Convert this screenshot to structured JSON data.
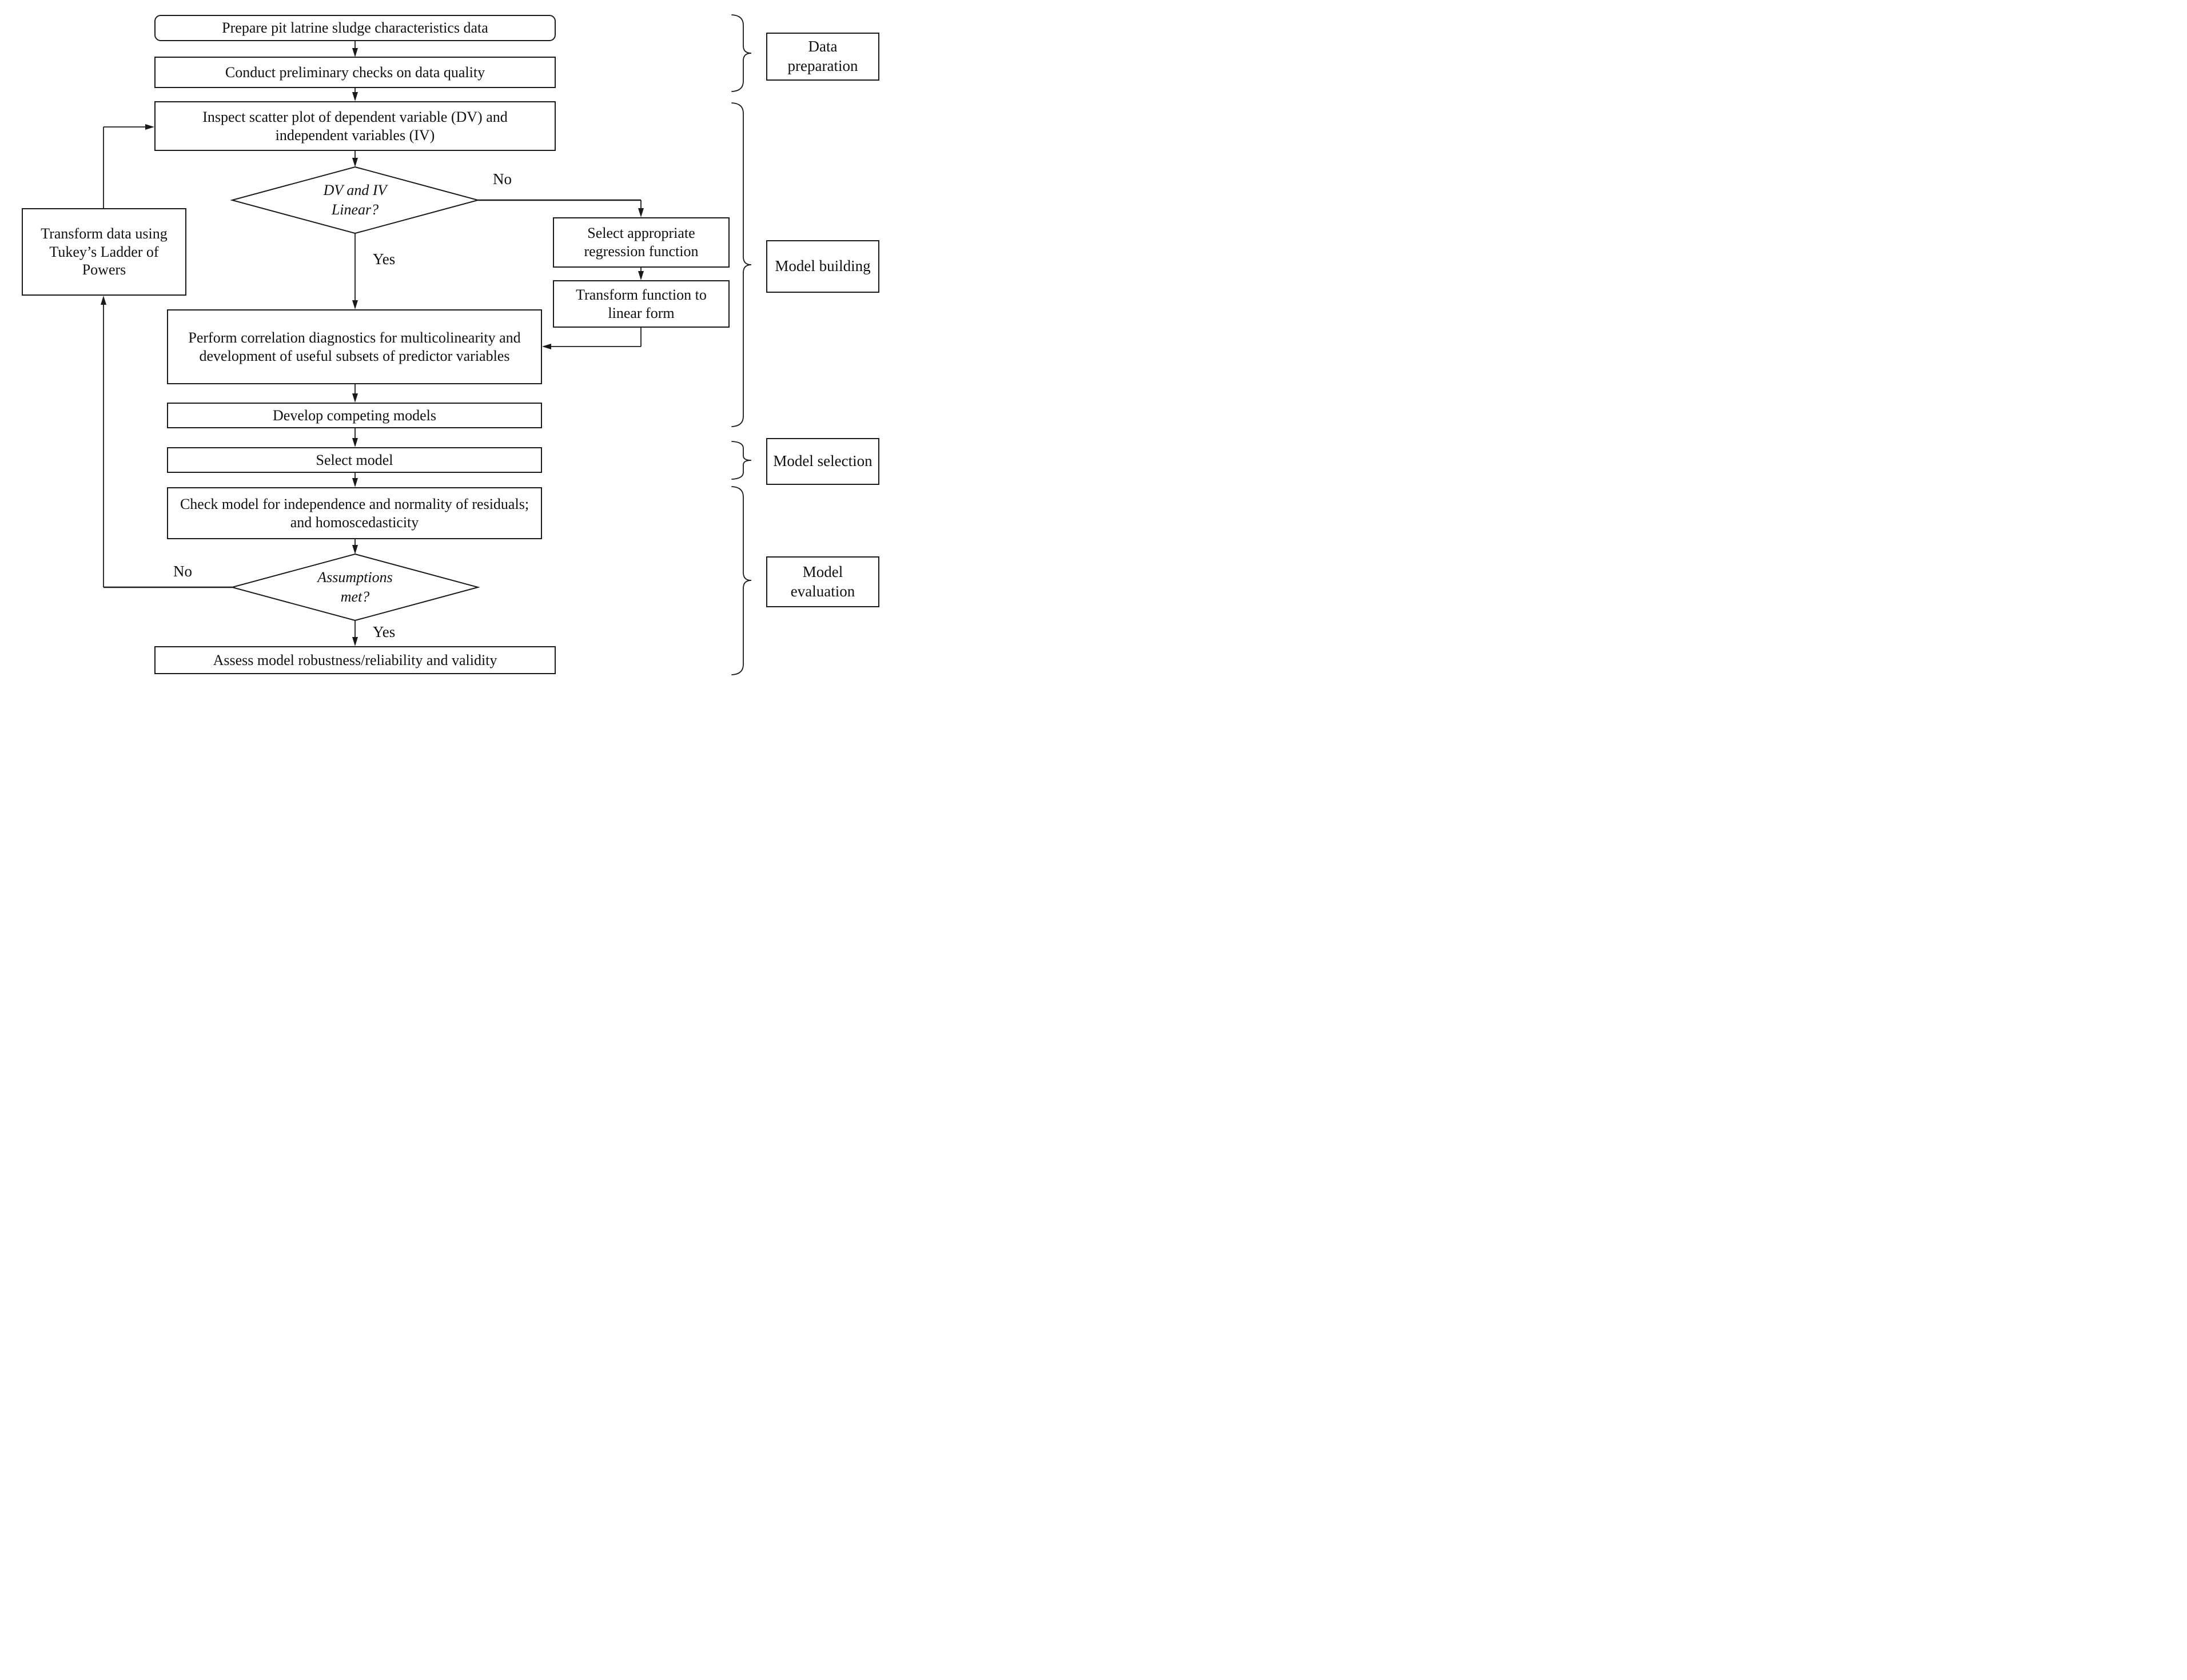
{
  "nodes": {
    "prepare": "Prepare pit latrine sludge characteristics data",
    "checks": "Conduct preliminary checks on data quality",
    "inspect": "Inspect scatter plot of dependent variable (DV) and independent variables (IV)",
    "linear_decision": "DV and IV Linear?",
    "select_regression": "Select appropriate regression function",
    "transform_function": "Transform function to linear form",
    "transform_data": "Transform data using Tukey’s Ladder of Powers",
    "correlation": "Perform correlation diagnostics for multicolinearity and development of useful subsets of predictor variables",
    "develop": "Develop competing models",
    "select_model": "Select model",
    "check_model": "Check model for independence and normality of residuals; and homoscedasticity",
    "assumptions_decision": "Assumptions met?",
    "assess": "Assess model robustness/reliability and validity"
  },
  "edges": {
    "linear_no": "No",
    "linear_yes": "Yes",
    "assumptions_no": "No",
    "assumptions_yes": "Yes"
  },
  "stages": {
    "data_preparation": "Data preparation",
    "model_building": "Model building",
    "model_selection": "Model selection",
    "model_evaluation": "Model evaluation"
  },
  "colors": {
    "line": "#1a1a1a",
    "box_border": "#1a1a1a",
    "background": "#ffffff",
    "text": "#111111"
  }
}
